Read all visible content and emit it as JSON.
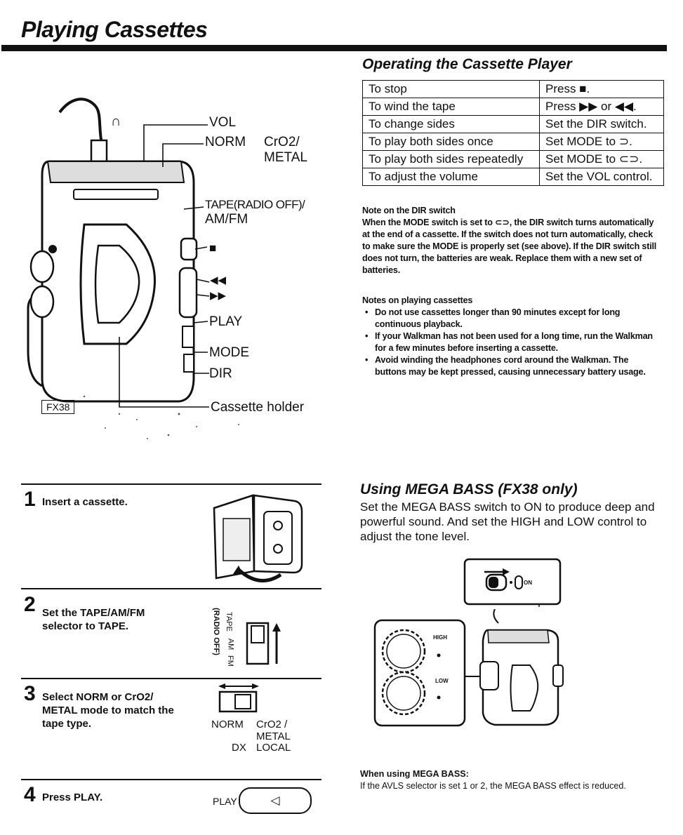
{
  "page": {
    "title": "Playing Cassettes"
  },
  "operating": {
    "title": "Operating the Cassette Player",
    "rows": [
      {
        "action": "To stop",
        "how": "Press ■."
      },
      {
        "action": "To wind the tape",
        "how": "Press ▶▶ or ◀◀."
      },
      {
        "action": "To change sides",
        "how": "Set the DIR switch."
      },
      {
        "action": "To play both sides once",
        "how": "Set MODE to ⊃."
      },
      {
        "action": "To play both sides repeatedly",
        "how": "Set MODE to ⊂⊃."
      },
      {
        "action": "To adjust the volume",
        "how": "Set the VOL control."
      }
    ]
  },
  "dir_note": {
    "title": "Note on the DIR switch",
    "body": "When the MODE switch is set to ⊂⊃, the DIR switch turns automatically at the end of a cassette. If the switch does not turn automatically, check to make sure the MODE is properly set (see above). If the DIR switch still does not turn, the batteries are weak. Replace them with a new set of batteries."
  },
  "playing_notes": {
    "title": "Notes on playing cassettes",
    "items": [
      "Do not use cassettes longer than 90 minutes except for long continuous playback.",
      "If your Walkman has not been used for a long time, run the Walkman for a few minutes before inserting a cassette.",
      "Avoid winding the headphones cord around the Walkman. The buttons may be kept pressed, causing unnecessary battery usage."
    ]
  },
  "diagram": {
    "headphone_symbol": "∩",
    "callouts": {
      "vol": "VOL",
      "norm": "NORM",
      "cro2": "CrO2/",
      "metal": "METAL",
      "tape_line1": "TAPE(RADIO OFF)/",
      "tape_line2": "AM/FM",
      "stop": "■",
      "rew": "◀◀",
      "ff": "▶▶",
      "play": "PLAY",
      "mode": "MODE",
      "dir": "DIR",
      "holder": "Cassette holder"
    },
    "model_label": "FX38"
  },
  "steps": [
    {
      "num": "1",
      "text": "Insert a cassette."
    },
    {
      "num": "2",
      "text": "Set the TAPE/AM/FM selector to TAPE."
    },
    {
      "num": "3",
      "text": "Select NORM or CrO2/ METAL mode to match the tape type."
    },
    {
      "num": "4",
      "text": "Press PLAY."
    }
  ],
  "step_figures": {
    "tape_labels": {
      "radio_off": "(RADIO OFF)",
      "tape": "TAPE",
      "am": "AM",
      "fm": "FM"
    },
    "norm_labels": {
      "norm": "NORM",
      "cro2": "CrO2 /",
      "metal": "METAL",
      "dx": "DX",
      "local": "LOCAL"
    },
    "play_label": "PLAY",
    "play_symbol": "◁"
  },
  "megabass": {
    "title": "Using MEGA BASS (FX38 only)",
    "body": "Set the MEGA BASS switch to ON to produce deep and powerful sound. And set the HIGH and LOW control to adjust the tone level.",
    "switch_on": "ON",
    "high": "HIGH",
    "low": "LOW",
    "note_title": "When using MEGA BASS:",
    "note_body": "If the AVLS selector is set 1 or 2, the MEGA BASS effect is reduced."
  }
}
